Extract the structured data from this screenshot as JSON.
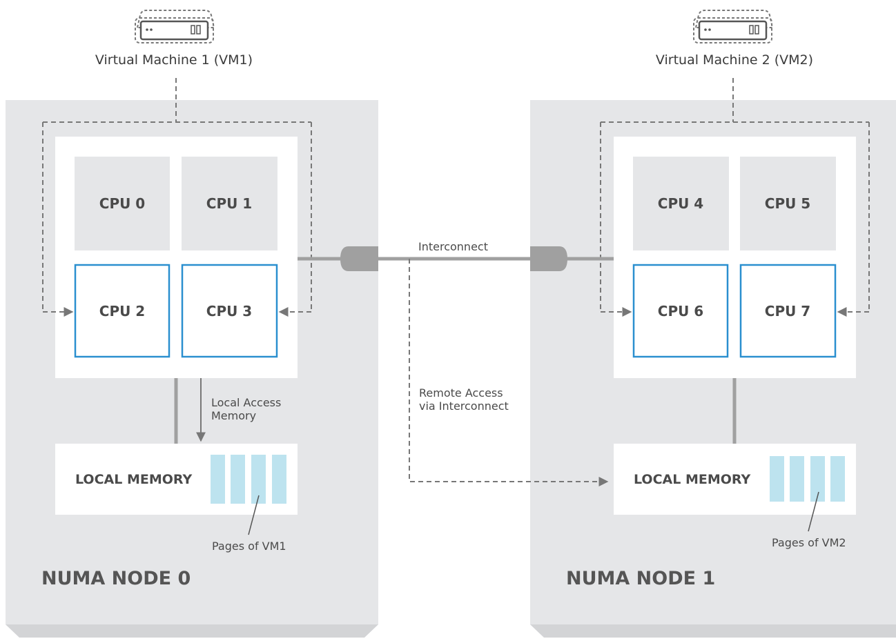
{
  "vms": [
    {
      "label": "Virtual Machine 1 (VM1)"
    },
    {
      "label": "Virtual Machine 2 (VM2)"
    }
  ],
  "nodes": [
    {
      "label": "NUMA NODE 0",
      "cpus": [
        "CPU 0",
        "CPU 1",
        "CPU 2",
        "CPU 3"
      ],
      "memory_label": "LOCAL MEMORY",
      "pages_label": "Pages of VM1"
    },
    {
      "label": "NUMA NODE 1",
      "cpus": [
        "CPU 4",
        "CPU 5",
        "CPU 6",
        "CPU 7"
      ],
      "memory_label": "LOCAL MEMORY",
      "pages_label": "Pages of VM2"
    }
  ],
  "annotations": {
    "interconnect": "Interconnect",
    "local_access": [
      "Local Access",
      "Memory"
    ],
    "remote_access": [
      "Remote Access",
      "via Interconnect"
    ]
  },
  "colors": {
    "node_bg": "#e5e6e8",
    "node_base": "#d3d4d6",
    "cpu_idle": "#e5e6e8",
    "cpu_vm_border": "#2a8fcf",
    "page_fill": "#bde3ef",
    "line_gray": "#a0a0a0",
    "dash_gray": "#777777"
  },
  "icons": [
    "server-icon"
  ]
}
